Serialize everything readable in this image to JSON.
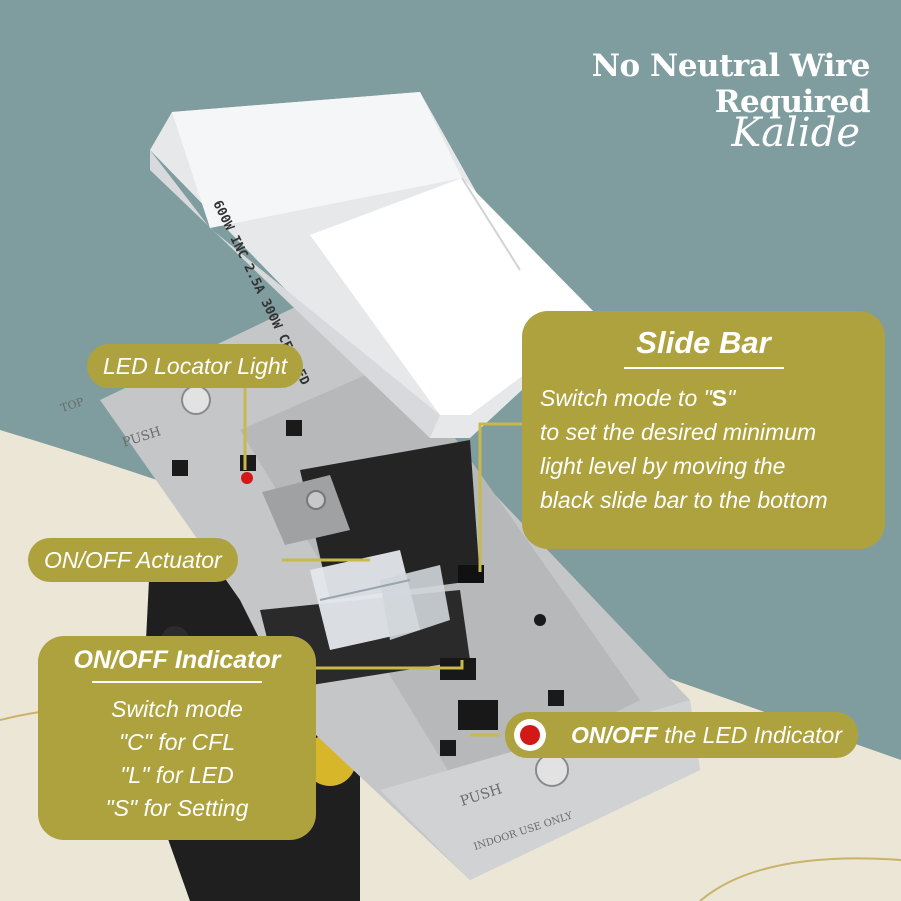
{
  "headline": "No Neutral Wire Required",
  "brand": "Kalide",
  "colors": {
    "background": "#7f9c9e",
    "label_bg": "#aea23f",
    "cream": "#ece6d6",
    "metal": "#c4c6c8",
    "led_red": "#d31818"
  },
  "plate_text": {
    "rating": "600W INC 2.5A 300W CFL/LED",
    "push_top": "PUSH",
    "push_bottom": "PUSH",
    "top_mark": "TOP",
    "indoor": "INDOOR USE ONLY"
  },
  "labels": {
    "led_locator": "LED Locator Light",
    "actuator": "ON/OFF Actuator",
    "led_indicator_strong": "ON/OFF",
    "led_indicator_rest": " the LED Indicator"
  },
  "slide_bar": {
    "title": "Slide Bar",
    "line1_pre": "Switch mode to \"",
    "line1_mode": "S",
    "line1_post": "\"",
    "line2": "to set the desired minimum",
    "line3": "light level by moving the",
    "line4": "black slide bar to the bottom"
  },
  "indicator": {
    "title": "ON/OFF Indicator",
    "lines": [
      "Switch mode",
      "\"C\" for CFL",
      "\"L\" for LED",
      "\"S\" for Setting"
    ]
  }
}
